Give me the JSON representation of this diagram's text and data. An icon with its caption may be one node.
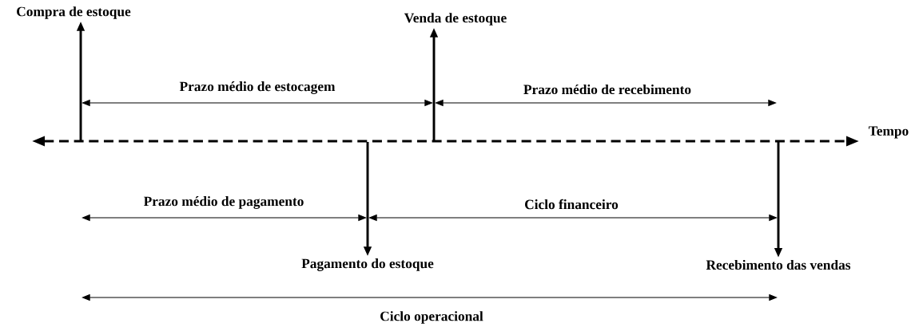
{
  "diagram": {
    "nodes": [
      {
        "text": [
          "Compra de estoque"
        ]
      },
      {
        "text": [
          "Venda de estoque"
        ]
      },
      {
        "text": [
          "Pagamento do estoque"
        ]
      },
      {
        "text": [
          "Recebimento das vendas"
        ]
      }
    ],
    "edges": [
      {
        "from": null,
        "to": 0,
        "arrow": "to"
      },
      {
        "from": null,
        "to": 1,
        "arrow": "to"
      },
      {
        "from": null,
        "to": 2,
        "arrow": "to"
      },
      {
        "from": null,
        "to": 3,
        "arrow": "to"
      }
    ],
    "labels": [
      "Prazo médio de estocagem",
      "Prazo médio de recebimento",
      "Tempo",
      "Prazo médio de pagamento",
      "Ciclo financeiro",
      "Ciclo operacional"
    ]
  }
}
